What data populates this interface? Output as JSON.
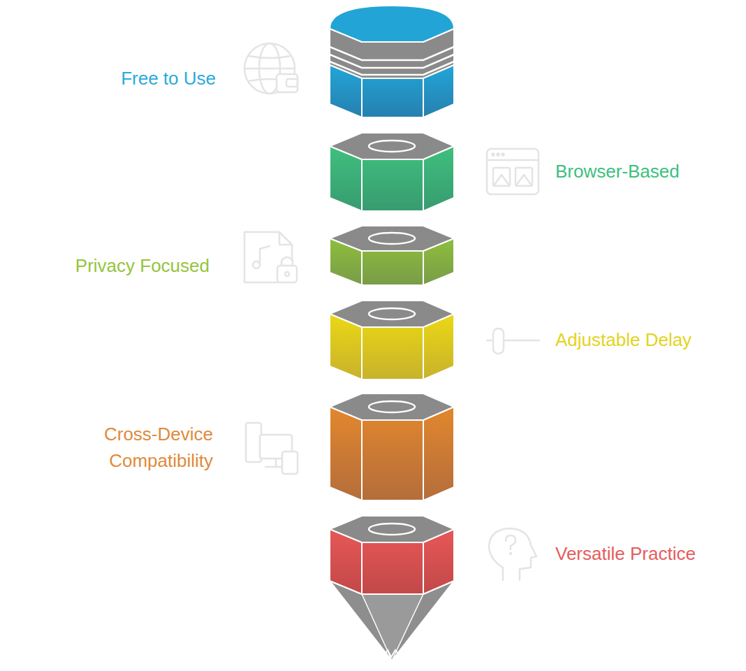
{
  "diagram": {
    "nodes": [
      {
        "text": [
          "Free to Use"
        ]
      },
      {
        "text": [
          "Browser-Based"
        ]
      },
      {
        "text": [
          "Privacy Focused"
        ]
      },
      {
        "text": [
          "Adjustable Delay"
        ]
      },
      {
        "text": [
          "Cross-Device Compatibility"
        ]
      },
      {
        "text": [
          "Versatile Practice"
        ]
      }
    ]
  }
}
